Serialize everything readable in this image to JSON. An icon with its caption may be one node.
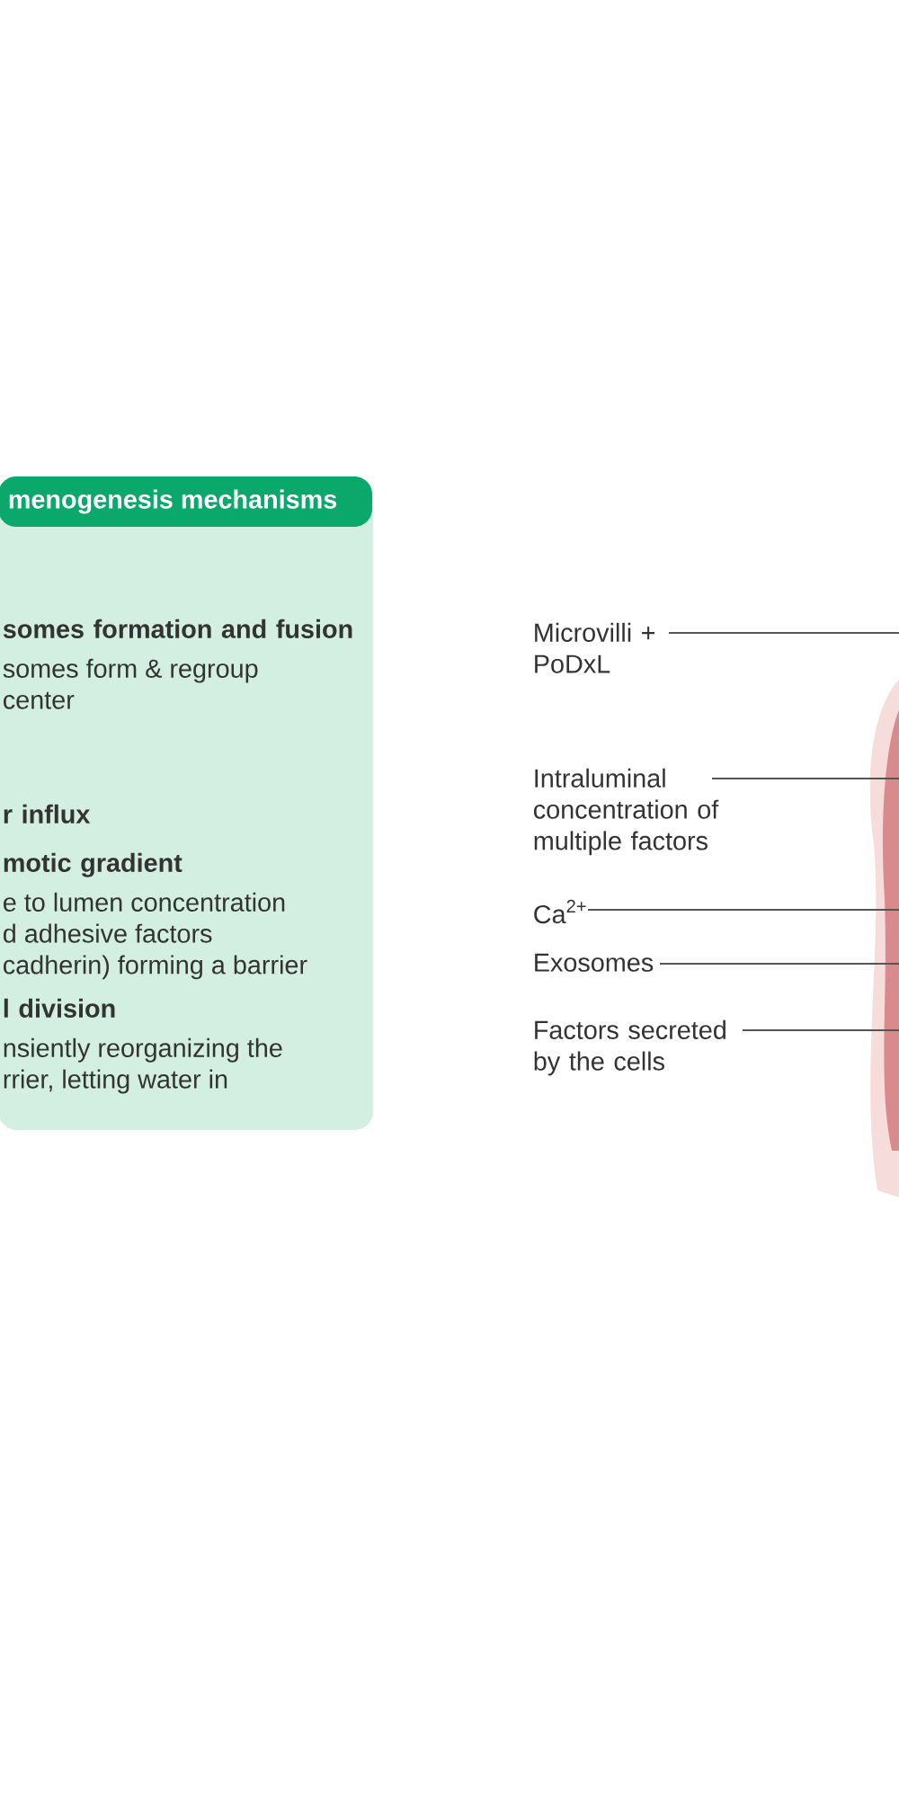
{
  "diagram": {
    "nodes": [
      {
        "text": [
          "menogenesis mechanisms",
          "somes formation and fusion",
          "somes form & regroup center",
          "r influx",
          "motic gradient",
          "e to lumen concentration d adhesive factors cadherin) forming a barrier",
          "l division",
          "nsiently reorganizing the rrier, letting water in"
        ]
      },
      {
        "text": [
          "Microvilli + PoDxL"
        ]
      },
      {
        "text": [
          "Intraluminal concentration of multiple factors"
        ]
      },
      {
        "text": [
          "Ca$^{2+}$"
        ]
      },
      {
        "text": [
          "Exosomes"
        ]
      },
      {
        "text": [
          "Factors secreted by the cells"
        ]
      },
      {
        "text": [],
        "shape": "picture"
      }
    ],
    "edges": [
      {
        "from": 1,
        "to": null,
        "arrow": "none"
      },
      {
        "from": 2,
        "to": 6,
        "arrow": "none"
      },
      {
        "from": 3,
        "to": 6,
        "arrow": "none"
      },
      {
        "from": 4,
        "to": 6,
        "arrow": "none"
      },
      {
        "from": 5,
        "to": 6,
        "arrow": "none"
      }
    ]
  }
}
